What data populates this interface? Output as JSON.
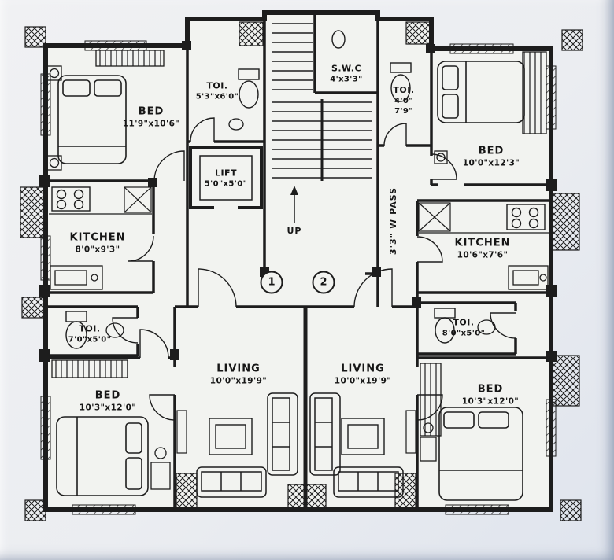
{
  "page": {
    "type": "architectural floor plan, two-flat residential layout"
  },
  "colors": {
    "line": "#1d1d1d",
    "paper": "#f2f3f0",
    "background": "#e7ebf1"
  },
  "units": {
    "unit1": "1",
    "unit2": "2"
  },
  "annotations": {
    "up": "UP",
    "pass": "3'3\" W PASS"
  },
  "rooms": {
    "bed_top_left": {
      "lines": [
        "BED",
        "11'9\"x10'6\""
      ]
    },
    "toi_top_left": {
      "lines": [
        "TOI.",
        "5'3\"x6'0\""
      ]
    },
    "swc": {
      "lines": [
        "S.W.C",
        "4'x3'3\""
      ]
    },
    "toi_top_right": {
      "lines": [
        "TOI.",
        "4'0\"",
        "7'9\""
      ]
    },
    "bed_top_right": {
      "lines": [
        "BED",
        "10'0\"x12'3\""
      ]
    },
    "lift": {
      "lines": [
        "LIFT",
        "5'0\"x5'0\""
      ]
    },
    "kitchen_left": {
      "lines": [
        "KITCHEN",
        "8'0\"x9'3\""
      ]
    },
    "kitchen_right": {
      "lines": [
        "KITCHEN",
        "10'6\"x7'6\""
      ]
    },
    "toi_mid_left": {
      "lines": [
        "TOI.",
        "7'0\"x5'0\""
      ]
    },
    "toi_mid_right": {
      "lines": [
        "TOI.",
        "8'0\"x5'0\""
      ]
    },
    "living_left": {
      "lines": [
        "LIVING",
        "10'0\"x19'9\""
      ]
    },
    "living_right": {
      "lines": [
        "LIVING",
        "10'0\"x19'9\""
      ]
    },
    "bed_bottom_left": {
      "lines": [
        "BED",
        "10'3\"x12'0\""
      ]
    },
    "bed_bottom_right": {
      "lines": [
        "BED",
        "10'3\"x12'0\""
      ]
    }
  },
  "icons": {
    "bed": "bed-icon",
    "wardrobe": "wardrobe-icon",
    "stove": "stove-icon",
    "sink": "sink-icon",
    "toilet": "toilet-icon",
    "washbasin": "washbasin-icon",
    "sofa": "sofa-icon",
    "coffee_table": "coffee-table-icon",
    "stairs": "stairs-icon",
    "door": "door-swing-icon",
    "lift": "lift-icon",
    "chair": "chair-icon",
    "window": "window-hatch-icon",
    "balcony": "balcony-hatch-icon"
  }
}
